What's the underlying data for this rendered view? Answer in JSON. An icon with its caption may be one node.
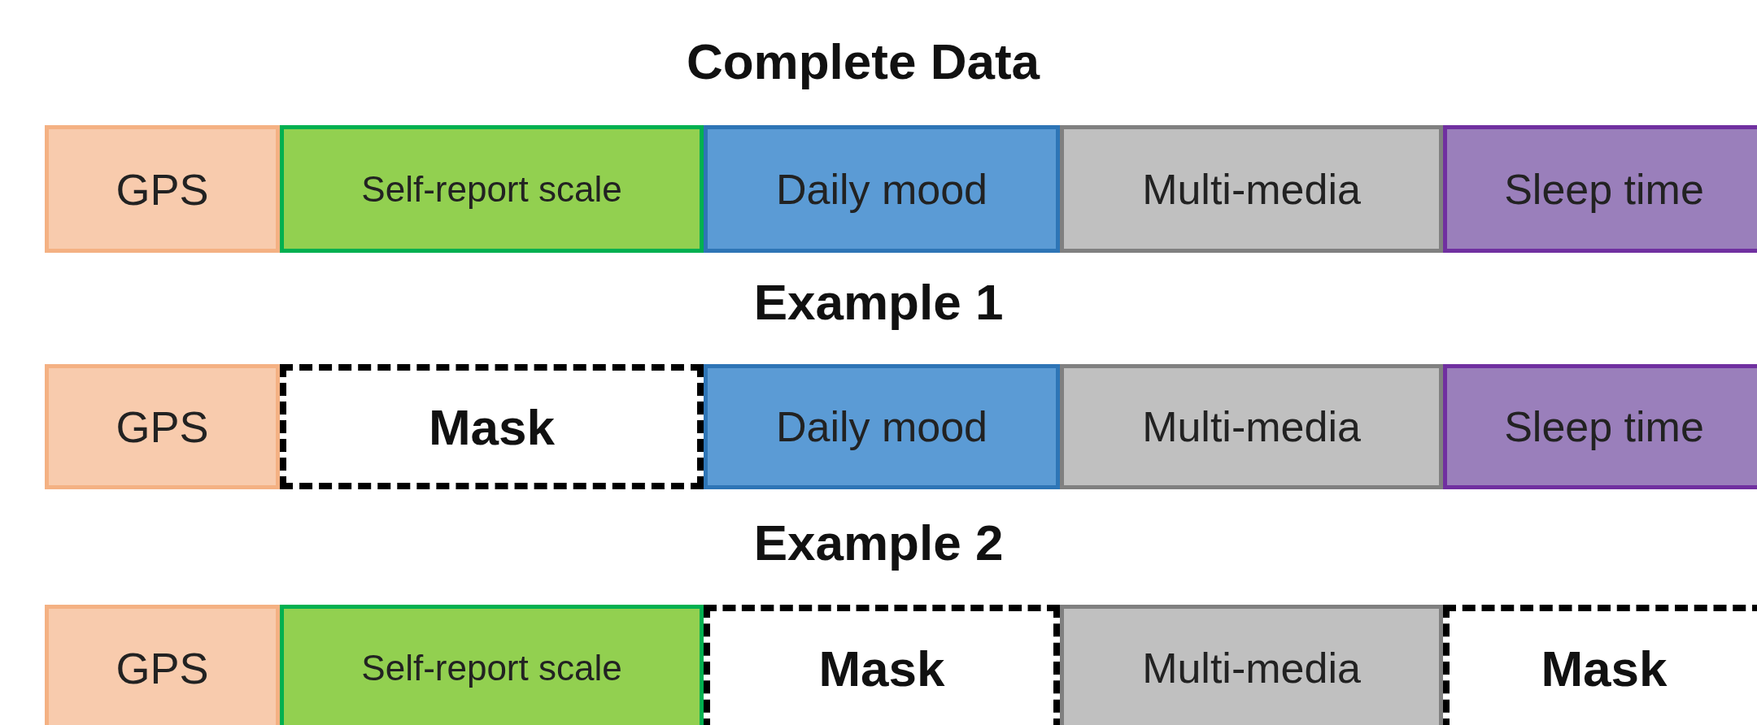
{
  "diagram": {
    "nodes": [
      {
        "text": [
          "GPS"
        ]
      },
      {
        "text": [
          "Self-report scale"
        ]
      },
      {
        "text": [
          "Daily mood"
        ]
      },
      {
        "text": [
          "Multi-media"
        ]
      },
      {
        "text": [
          "Sleep time"
        ]
      },
      {
        "text": [
          "GPS"
        ]
      },
      {
        "text": [
          "Mask"
        ]
      },
      {
        "text": [
          "Daily mood"
        ]
      },
      {
        "text": [
          "Multi-media"
        ]
      },
      {
        "text": [
          "Sleep time"
        ]
      },
      {
        "text": [
          "GPS"
        ]
      },
      {
        "text": [
          "Self-report scale"
        ]
      },
      {
        "text": [
          "Mask"
        ]
      },
      {
        "text": [
          "Multi-media"
        ]
      },
      {
        "text": [
          "Mask"
        ]
      }
    ],
    "labels": [
      "Complete Data",
      "Example 1",
      "Example 2"
    ]
  }
}
